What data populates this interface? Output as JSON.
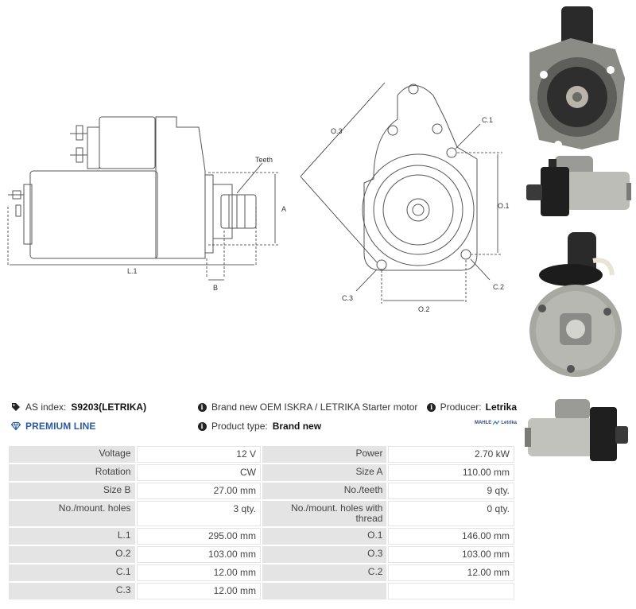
{
  "drawing": {
    "labels": {
      "teeth": "Teeth",
      "a": "A",
      "b": "B",
      "l1": "L.1",
      "o1": "O.1",
      "o2": "O.2",
      "o3": "O.3",
      "c1": "C.1",
      "c2": "C.2",
      "c3": "C.3"
    }
  },
  "info": {
    "as_index_label": "AS index:",
    "as_index_value": "S9203(LETRIKA)",
    "description": "Brand new OEM ISKRA / LETRIKA Starter motor",
    "producer_label": "Producer:",
    "producer_value": "Letrika",
    "premium_line": "PREMIUM LINE",
    "product_type_label": "Product type:",
    "product_type_value": "Brand new",
    "brand_logo_text_1": "MAHLE",
    "brand_logo_text_2": "Letrika"
  },
  "specs": [
    [
      "Voltage",
      "12 V",
      "Power",
      "2.70 kW"
    ],
    [
      "Rotation",
      "CW",
      "Size A",
      "110.00 mm"
    ],
    [
      "Size B",
      "27.00 mm",
      "No./teeth",
      "9 qty."
    ],
    [
      "No./mount. holes",
      "3 qty.",
      "No./mount. holes with thread",
      "0 qty."
    ],
    [
      "L.1",
      "295.00 mm",
      "O.1",
      "146.00 mm"
    ],
    [
      "O.2",
      "103.00 mm",
      "O.3",
      "103.00 mm"
    ],
    [
      "C.1",
      "12.00 mm",
      "C.2",
      "12.00 mm"
    ],
    [
      "C.3",
      "12.00 mm",
      "",
      ""
    ]
  ]
}
